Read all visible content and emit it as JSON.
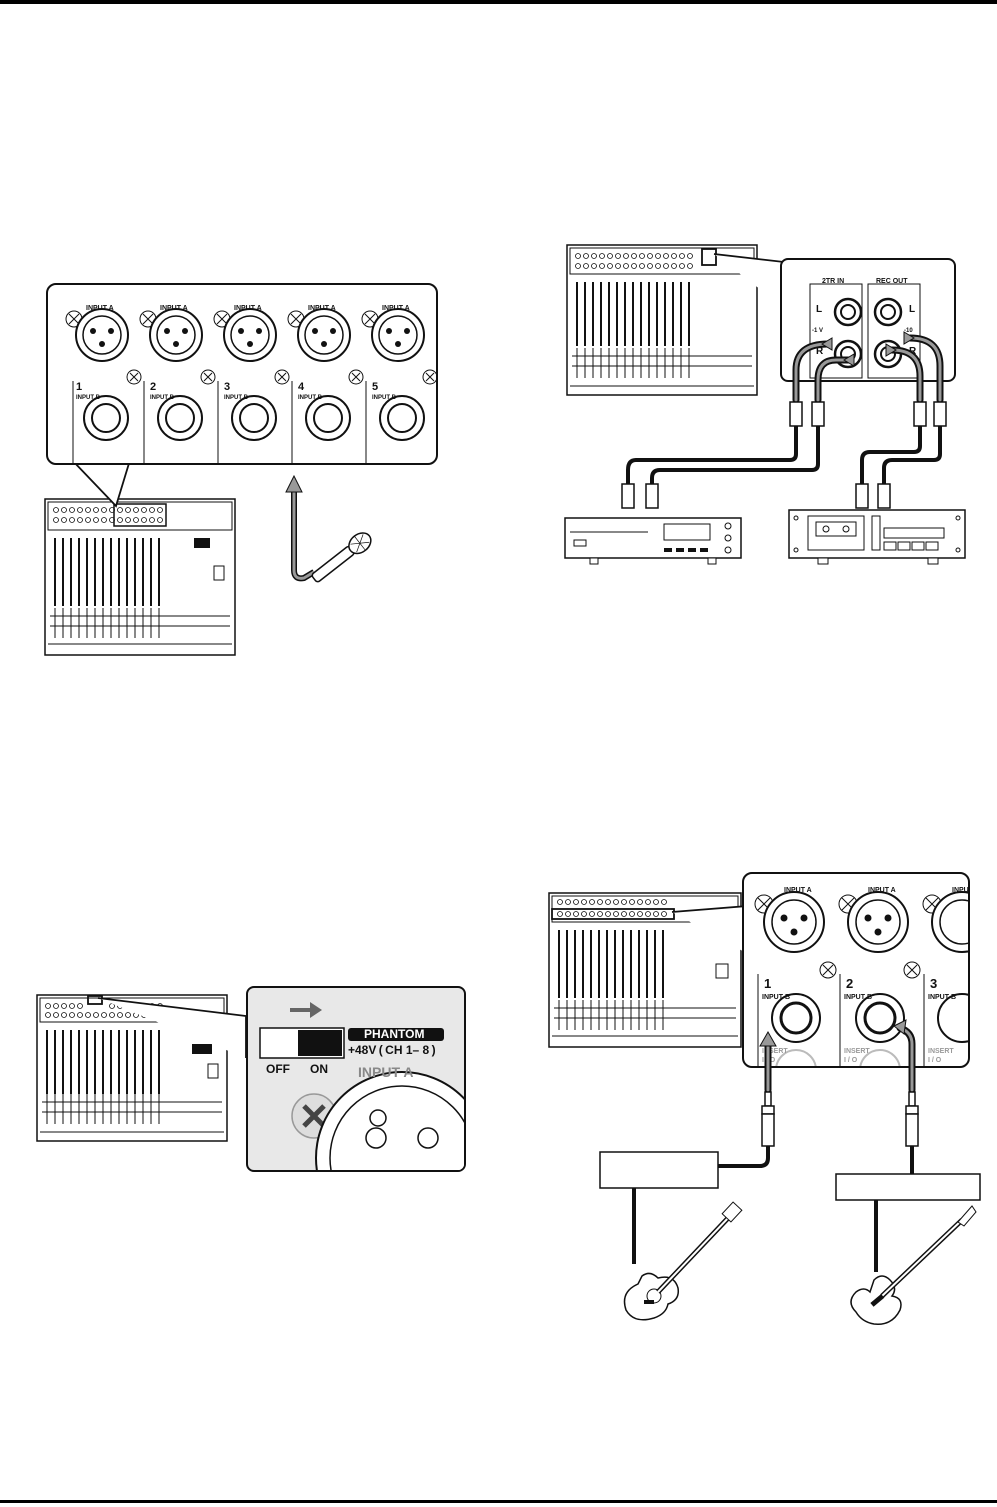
{
  "fig_mic": {
    "input_a_label": "INPUT A",
    "input_b_label": "INPUT B",
    "channels": [
      "1",
      "2",
      "3",
      "4",
      "5"
    ]
  },
  "fig_2tr": {
    "in_label": "2TR IN",
    "out_label": "REC OUT",
    "left": "L",
    "right": "R",
    "level_in": "-1  V",
    "level_out": "-10"
  },
  "fig_phantom": {
    "badge": "PHANTOM",
    "voltage": "+48V ( CH 1– 8 )",
    "off": "OFF",
    "on": "ON",
    "input_a_label": "INPUT A"
  },
  "fig_guitar": {
    "input_a_label": "INPUT A",
    "input_a_partial": "INPU",
    "input_b_label": "INPUT B",
    "insert_label": "INSERT",
    "insert_io": "I / O",
    "channels": [
      "1",
      "2",
      "3"
    ]
  }
}
